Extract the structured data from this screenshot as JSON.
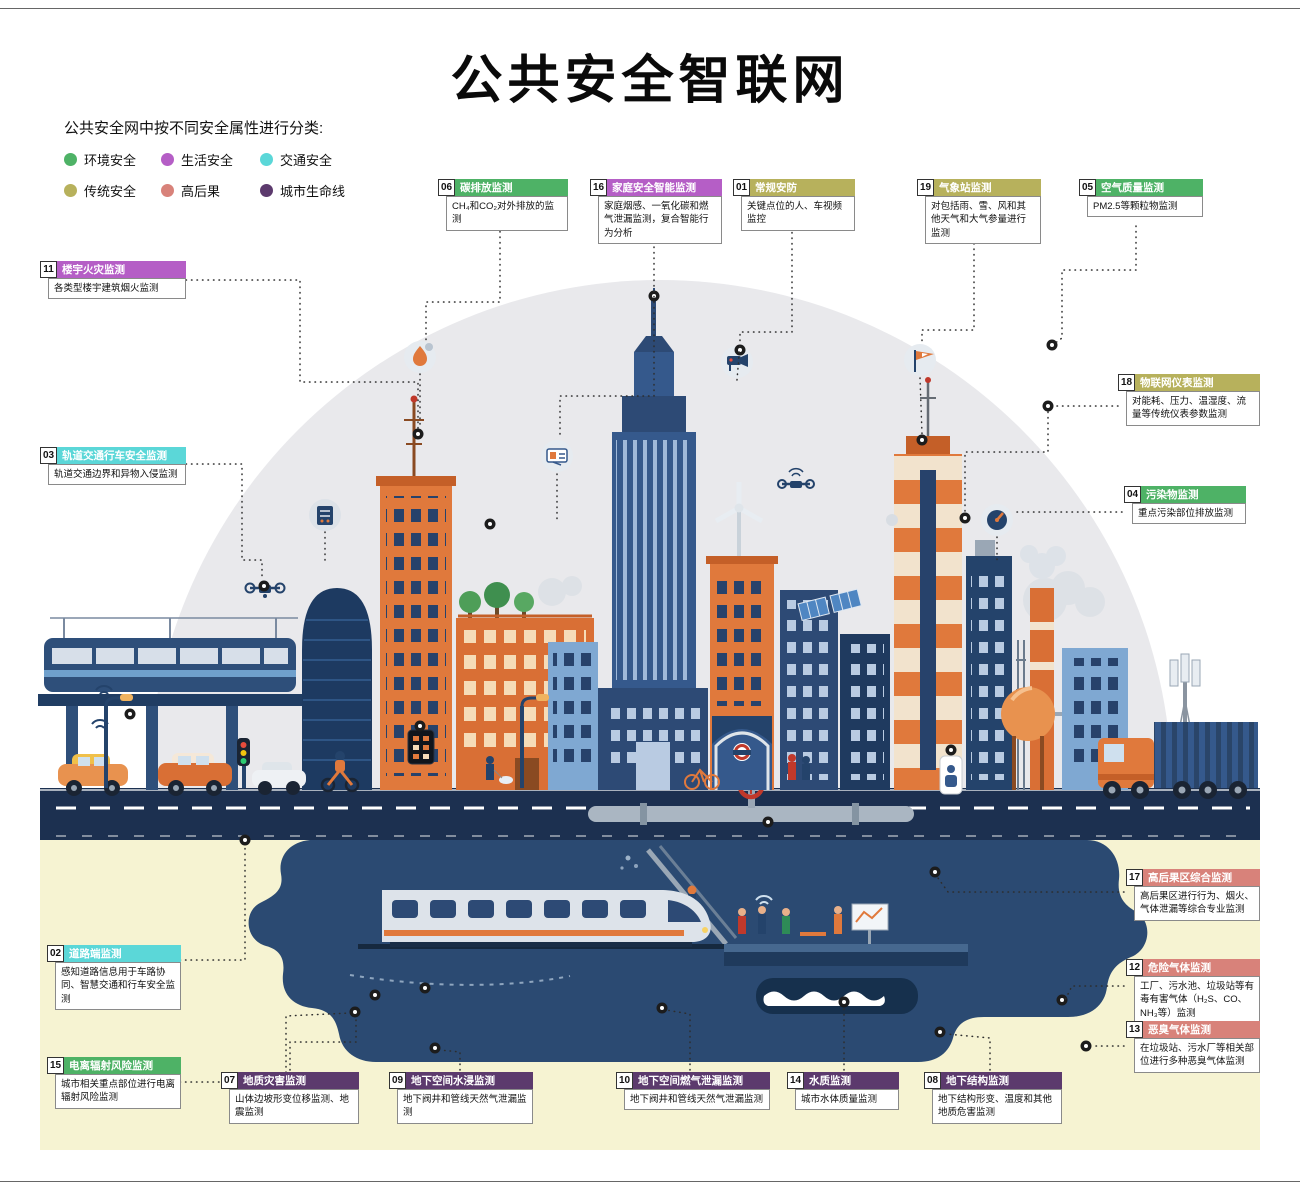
{
  "page": {
    "title": "公共安全智联网",
    "subtitle": "公共安全网中按不同安全属性进行分类:"
  },
  "colors": {
    "green": "#4eb266",
    "magenta": "#b55ec6",
    "cyan": "#5bd7d8",
    "olive": "#b7b15c",
    "salmon": "#d8827a",
    "dark_purple": "#5c3a6d"
  },
  "legend": {
    "items": [
      {
        "label": "环境安全",
        "color": "#4eb266"
      },
      {
        "label": "生活安全",
        "color": "#b55ec6"
      },
      {
        "label": "交通安全",
        "color": "#5bd7d8"
      },
      {
        "label": "传统安全",
        "color": "#b7b15c"
      },
      {
        "label": "高后果",
        "color": "#d8827a"
      },
      {
        "label": "城市生命线",
        "color": "#5c3a6d"
      }
    ]
  },
  "callouts": [
    {
      "num": "06",
      "title": "碳排放监测",
      "desc": "CH₄和CO₂对外排放的监测",
      "category": "环境安全",
      "color": "#4eb266"
    },
    {
      "num": "16",
      "title": "家庭安全智能监测",
      "desc": "家庭烟感、一氧化碳和燃气泄漏监测，复合智能行为分析",
      "category": "生活安全",
      "color": "#b55ec6"
    },
    {
      "num": "01",
      "title": "常规安防",
      "desc": "关键点位的人、车视频监控",
      "category": "传统安全",
      "color": "#b7b15c"
    },
    {
      "num": "19",
      "title": "气象站监测",
      "desc": "对包括雨、雪、风和其他天气和大气参量进行监测",
      "category": "传统安全",
      "color": "#b7b15c"
    },
    {
      "num": "05",
      "title": "空气质量监测",
      "desc": "PM2.5等颗粒物监测",
      "category": "环境安全",
      "color": "#4eb266"
    },
    {
      "num": "11",
      "title": "楼宇火灾监测",
      "desc": "各类型楼宇建筑烟火监测",
      "category": "生活安全",
      "color": "#b55ec6"
    },
    {
      "num": "03",
      "title": "轨道交通行车安全监测",
      "desc": "轨道交通边界和异物入侵监测",
      "category": "交通安全",
      "color": "#5bd7d8"
    },
    {
      "num": "18",
      "title": "物联网仪表监测",
      "desc": "对能耗、压力、温湿度、流量等传统仪表参数监测",
      "category": "传统安全",
      "color": "#b7b15c"
    },
    {
      "num": "04",
      "title": "污染物监测",
      "desc": "重点污染部位排放监测",
      "category": "环境安全",
      "color": "#4eb266"
    },
    {
      "num": "17",
      "title": "高后果区综合监测",
      "desc": "高后果区进行行为、烟火、气体泄漏等综合专业监测",
      "category": "高后果",
      "color": "#d8827a"
    },
    {
      "num": "02",
      "title": "道路端监测",
      "desc": "感知道路信息用于车路协同、智慧交通和行车安全监测",
      "category": "交通安全",
      "color": "#5bd7d8"
    },
    {
      "num": "12",
      "title": "危险气体监测",
      "desc": "工厂、污水池、垃圾站等有毒有害气体（H₂S、CO、NH₃等）监测",
      "category": "高后果",
      "color": "#d8827a"
    },
    {
      "num": "13",
      "title": "恶臭气体监测",
      "desc": "在垃圾站、污水厂等相关部位进行多种恶臭气体监测",
      "category": "高后果",
      "color": "#d8827a"
    },
    {
      "num": "15",
      "title": "电离辐射风险监测",
      "desc": "城市相关重点部位进行电离辐射风险监测",
      "category": "环境安全",
      "color": "#4eb266"
    },
    {
      "num": "07",
      "title": "地质灾害监测",
      "desc": "山体边坡形变位移监测、地震监测",
      "category": "城市生命线",
      "color": "#5c3a6d"
    },
    {
      "num": "09",
      "title": "地下空间水浸监测",
      "desc": "地下阀井和管线天然气泄漏监测",
      "category": "城市生命线",
      "color": "#5c3a6d"
    },
    {
      "num": "10",
      "title": "地下空间燃气泄漏监测",
      "desc": "地下阀井和管线天然气泄漏监测",
      "category": "城市生命线",
      "color": "#5c3a6d"
    },
    {
      "num": "14",
      "title": "水质监测",
      "desc": "城市水体质量监测",
      "category": "城市生命线",
      "color": "#5c3a6d"
    },
    {
      "num": "08",
      "title": "地下结构监测",
      "desc": "地下结构形变、温度和其他地质危害监测",
      "category": "城市生命线",
      "color": "#5c3a6d"
    }
  ]
}
